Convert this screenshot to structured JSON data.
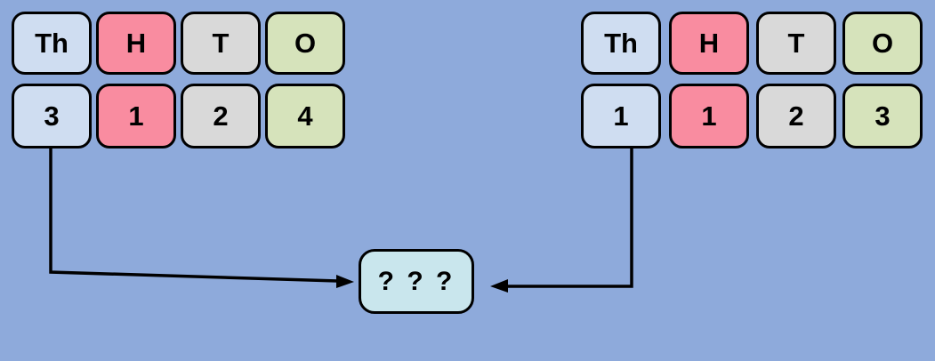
{
  "diagram_type": "place-value-comparison",
  "palette": {
    "bg": "#8eaadb",
    "c-thousands": "#cfddf1",
    "c-hundreds": "#f98ca0",
    "c-tens": "#d9d9d9",
    "c-ones": "#d6e3bb",
    "c-mystery": "#c9e6ed",
    "c-line": "#000000"
  },
  "left_block": {
    "headers": [
      "Th",
      "H",
      "T",
      "O"
    ],
    "values": [
      "3",
      "1",
      "2",
      "4"
    ]
  },
  "right_block": {
    "headers": [
      "Th",
      "H",
      "T",
      "O"
    ],
    "values": [
      "1",
      "1",
      "2",
      "3"
    ]
  },
  "mystery": {
    "label": "? ? ?"
  }
}
